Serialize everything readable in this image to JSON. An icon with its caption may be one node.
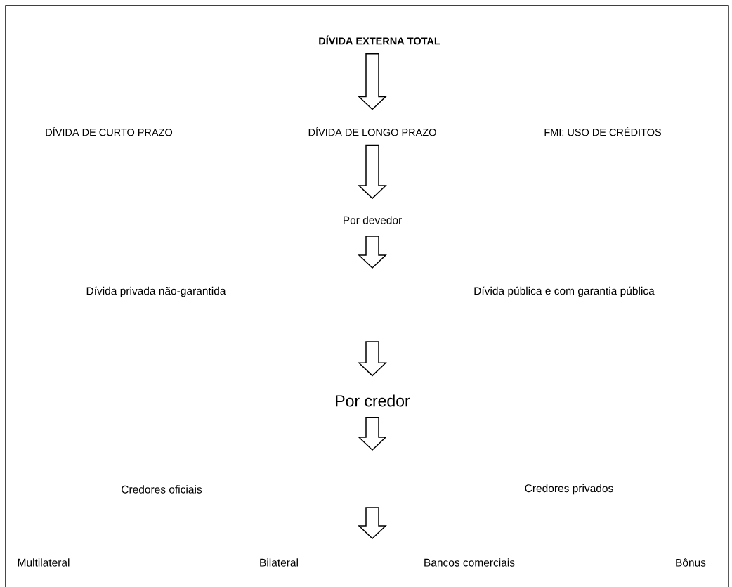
{
  "diagram": {
    "nodes": [
      {
        "text": [
          "DÍVIDA EXTERNA TOTAL"
        ]
      },
      {
        "text": [
          "DÍVIDA DE CURTO PRAZO"
        ]
      },
      {
        "text": [
          "DÍVIDA DE LONGO PRAZO"
        ]
      },
      {
        "text": [
          "FMI: USO DE CRÉDITOS"
        ]
      },
      {
        "text": [
          "Por devedor"
        ]
      },
      {
        "text": [
          "Dívida privada não-garantida"
        ]
      },
      {
        "text": [
          "Dívida pública e com garantia pública"
        ]
      },
      {
        "text": [
          "Por credor"
        ]
      },
      {
        "text": [
          "Credores oficiais"
        ]
      },
      {
        "text": [
          "Credores privados"
        ]
      },
      {
        "text": [
          "Multilateral"
        ]
      },
      {
        "text": [
          "Bilateral"
        ]
      },
      {
        "text": [
          "Bancos comerciais"
        ]
      },
      {
        "text": [
          "Bônus"
        ]
      }
    ],
    "edges": [
      {
        "from": 0,
        "to": 2,
        "arrow": "to"
      },
      {
        "from": 2,
        "to": 4,
        "arrow": "to"
      },
      {
        "from": 4,
        "to": null,
        "arrow": "to"
      },
      {
        "from": null,
        "to": 7,
        "arrow": "to"
      },
      {
        "from": 7,
        "to": null,
        "arrow": "to"
      }
    ]
  }
}
